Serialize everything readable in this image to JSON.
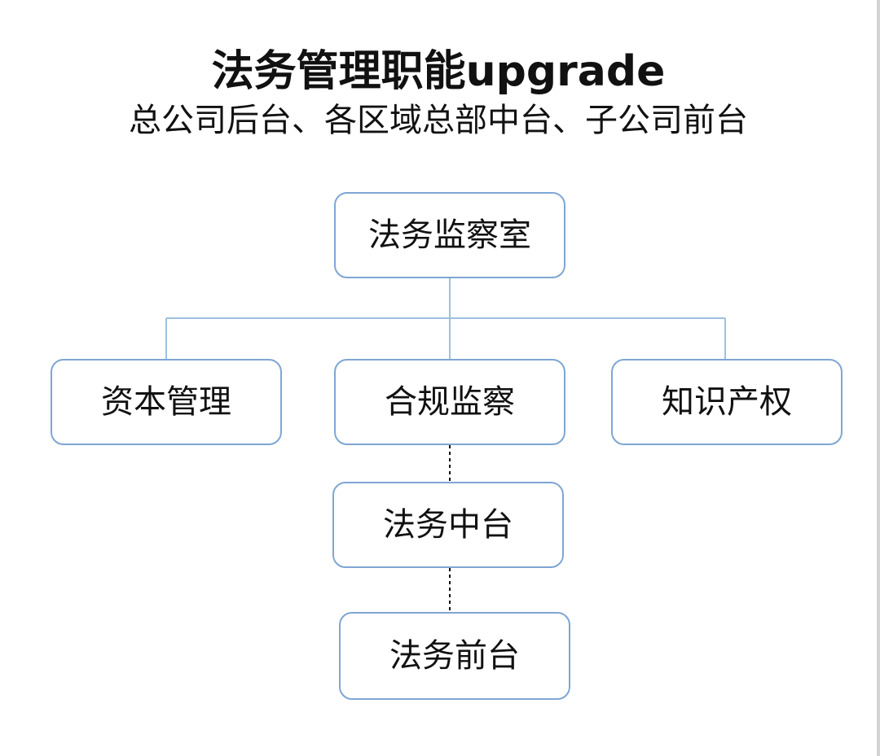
{
  "title": "法务管理职能upgrade",
  "subtitle": "总公司后台、各区域总部中台、子公司前台",
  "nodes": {
    "root": "法务监察室",
    "capital": "资本管理",
    "compliance": "合规监察",
    "ip": "知识产权",
    "middle": "法务中台",
    "front": "法务前台"
  },
  "colors": {
    "node_border": "#7ea6d3",
    "solid_connector": "#9ec0e2",
    "dashed_connector": "#111111"
  }
}
